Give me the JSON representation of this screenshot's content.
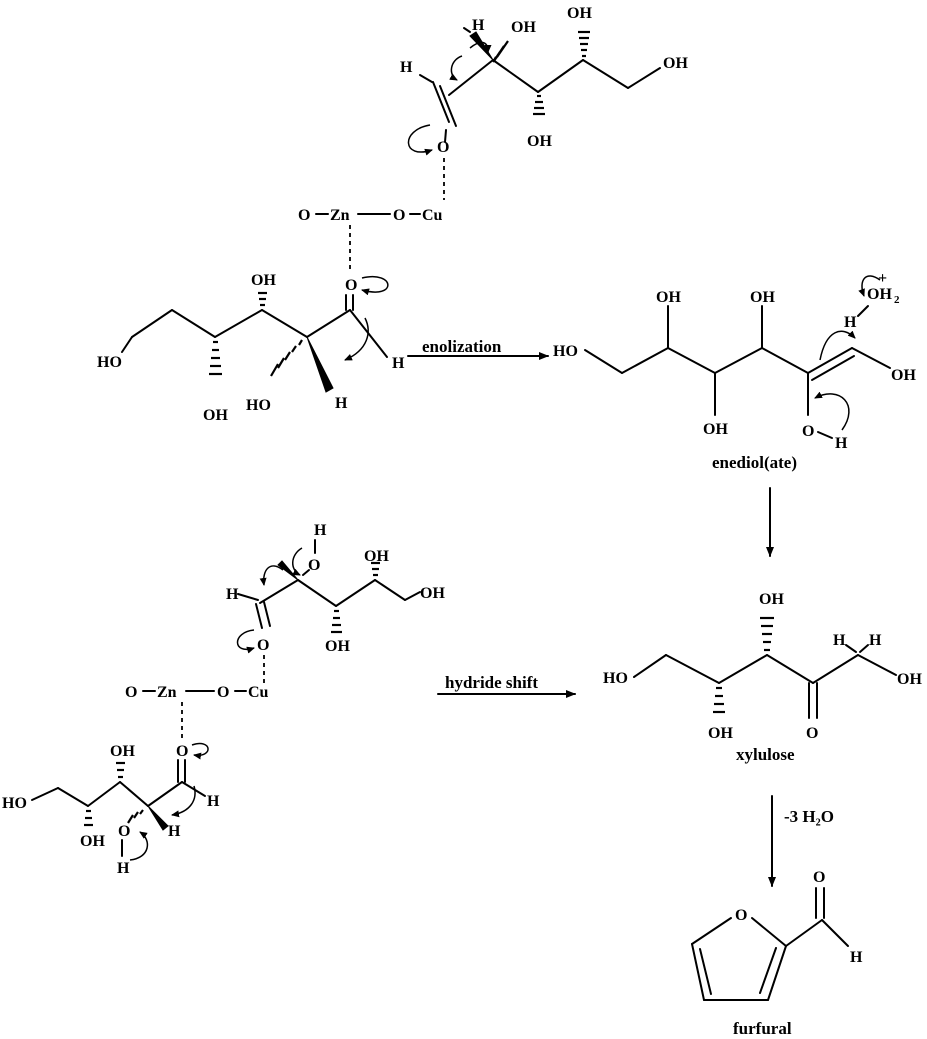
{
  "labels": {
    "enolization": "enolization",
    "hydride_shift": "hydride shift",
    "enediolate": "enediol(ate)",
    "xylulose": "xylulose",
    "water_loss": "-3 H₂O",
    "furfural": "furfural"
  },
  "atoms": {
    "OH": "OH",
    "HO": "HO",
    "H": "H",
    "O": "O",
    "Zn": "Zn",
    "Cu": "Cu",
    "plus": "+",
    "OH2": "OH",
    "two": "2"
  }
}
